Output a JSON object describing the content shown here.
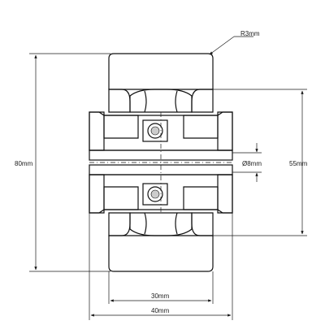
{
  "dimensions": {
    "radius": "R3mm",
    "overall_height": "80mm",
    "inner_height": "55mm",
    "bore_diameter": "Ø8mm",
    "inner_width": "30mm",
    "overall_width": "40mm"
  },
  "colors": {
    "line": "#111111",
    "background": "#ffffff"
  }
}
